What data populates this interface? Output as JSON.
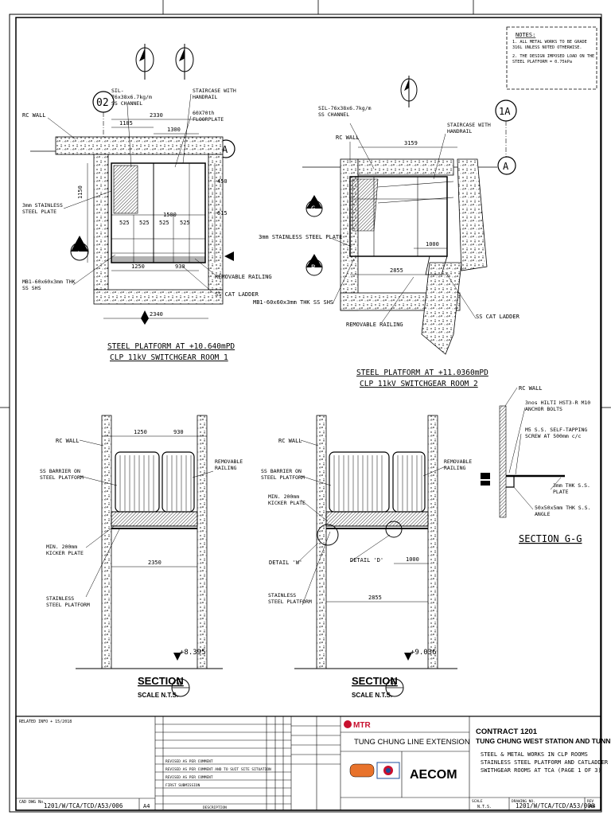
{
  "notes": {
    "title": "NOTES:",
    "items": [
      "1.  ALL METAL WORKS TO BE GRADE 316L UNLESS NOTED OTHERWISE.",
      "2.  THE DESIGN IMPOSED LOAD ON THE STEEL PLATFORM = 0.75kPa"
    ]
  },
  "plan1": {
    "title_line1": "STEEL PLATFORM AT +10.640mPD",
    "title_line2": "CLP 11kV SWITCHGEAR ROOM 1",
    "grid_label": "02",
    "grid_a": "A",
    "section_a": "A",
    "labels": {
      "rc_wall": "RC WALL",
      "channel": "SIL-76x38x6.7kg/m SS CHANNEL",
      "staircase": "STAIRCASE WITH HANDRAIL",
      "floorplate": "60X70th FLOORPLATE",
      "steel_plate": "3mm STAINLESS STEEL PLATE",
      "shs": "MB1-60x60x3mm THK SS SHS",
      "railing": "REMOVABLE RAILING",
      "ladder": "SS CAT LADDER"
    },
    "dims": [
      "1185",
      "2330",
      "1300",
      "1500",
      "525",
      "525",
      "525",
      "525",
      "1250",
      "930",
      "2340",
      "450",
      "615",
      "1150"
    ]
  },
  "plan2": {
    "title_line1": "STEEL PLATFORM AT +11.0360mPD",
    "title_line2": "CLP 11kV SWITCHGEAR ROOM 2",
    "grid_label": "1A",
    "grid_a": "A",
    "section_g": "G",
    "section_b": "B",
    "labels": {
      "channel": "SIL-76x38x6.7kg/m SS CHANNEL",
      "staircase": "STAIRCASE WITH HANDRAIL",
      "rc_wall": "RC WALL",
      "steel_plate": "3mm STAINLESS STEEL PLATE",
      "shs": "MB1-60x60x3mm THK SS SHS",
      "railing": "REMOVABLE RAILING",
      "ladder": "SS CAT LADDER"
    },
    "dims": [
      "3159",
      "1000",
      "2855"
    ]
  },
  "section_gg": {
    "title": "SECTION G-G",
    "labels": {
      "rc_wall": "RC WALL",
      "bolts": "3nos HILTI HST3-R M10 ANCHOR BOLTS",
      "screw": "M5 S.S. SELF-TAPPING SCREW AT 500mm c/c",
      "plate": "3mm THK S.S. PLATE",
      "angle": "50x50x5mm THK S.S. ANGLE"
    }
  },
  "section_a": {
    "title": "SECTION",
    "marker": "A",
    "scale": "SCALE N.T.S.",
    "level": "+8.395",
    "dims": [
      "1250",
      "930",
      "2350"
    ],
    "labels": {
      "rc_wall": "RC WALL",
      "barrier": "SS BARRIER ON STEEL PLATFORM",
      "railing": "REMOVABLE RAILING",
      "kicker": "MIN. 200mm KICKER PLATE",
      "platform": "STAINLESS STEEL PLATFORM"
    }
  },
  "section_b": {
    "title": "SECTION",
    "marker": "B",
    "scale": "SCALE N.T.S.",
    "level": "+9.036",
    "dims": [
      "1000",
      "2855"
    ],
    "labels": {
      "rc_wall": "RC WALL",
      "barrier": "SS BARRIER ON STEEL PLATFORM",
      "railing": "REMOVABLE RAILING",
      "kicker": "MIN. 200mm KICKER PLATE",
      "detail_w": "DETAIL 'W'",
      "detail_d": "DETAIL 'D'",
      "platform": "STAINLESS STEEL PLATFORM"
    }
  },
  "titleblock": {
    "related_info": "RELATED INFO + 15/2018",
    "cad_label": "CAD DWG No.",
    "drawing_no_left": "1201/W/TCA/TCD/A53/006",
    "size_left": "A4",
    "project": "TUNG CHUNG LINE EXTENSION",
    "mtr": "MTR",
    "contract_label": "CONTRACT 1201",
    "contract_name": "TUNG CHUNG WEST STATION AND TUNNELS",
    "desc": [
      "STEEL & METAL WORKS IN CLP ROOMS",
      "STAINLESS STEEL PLATFORM AND CATLADDER IN",
      "SWITHGEAR ROOMS AT TCA (PAGE 1 OF 3)"
    ],
    "aecom": "AECOM",
    "drawing_no": "1201/W/TCA/TCD/A53/006",
    "size": "A4",
    "scale": "N.T.S.",
    "rev_label": "REV",
    "scale_label": "SCALE",
    "dwg_label": "DRAWING NO.",
    "revisions": [
      "REVISED AS PER COMMENT",
      "REVISED AS PER COMMENT AND TO SUIT SITE SITUATION",
      "REVISED AS PER COMMENT",
      "FIRST SUBMISSION"
    ],
    "description_header": "DESCRIPTION"
  }
}
